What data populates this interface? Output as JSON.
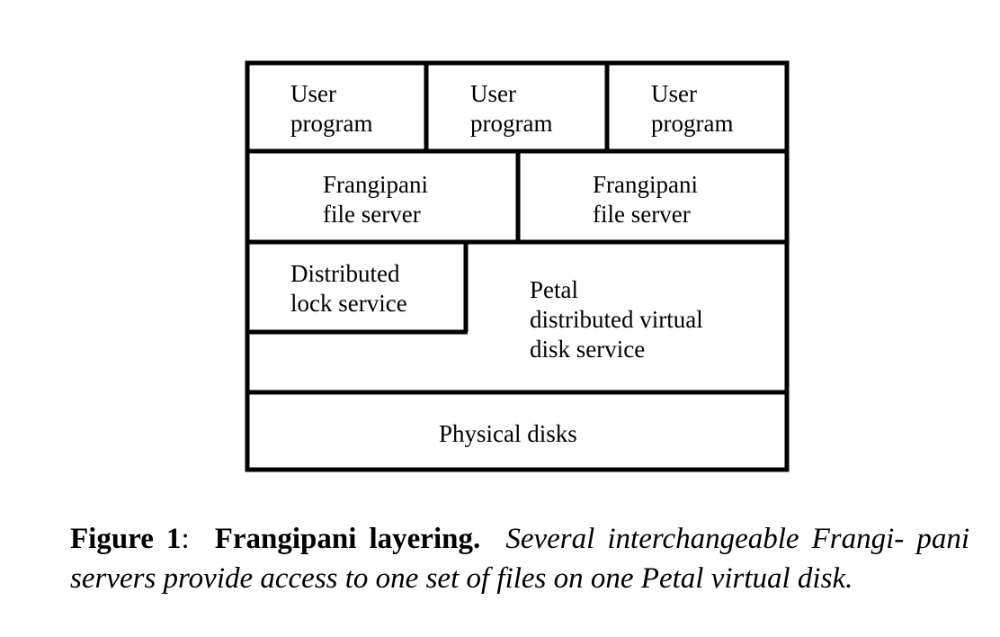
{
  "diagram": {
    "boxes": [
      {
        "id": "user-program-1",
        "label": "User\nprogram"
      },
      {
        "id": "user-program-2",
        "label": "User\nprogram"
      },
      {
        "id": "user-program-3",
        "label": "User\nprogram"
      },
      {
        "id": "frangipani-server-1",
        "label": "Frangipani\nfile server"
      },
      {
        "id": "frangipani-server-2",
        "label": "Frangipani\nfile server"
      },
      {
        "id": "distributed-lock-service",
        "label": "Distributed\nlock service"
      },
      {
        "id": "petal-service",
        "label": "Petal\ndistributed virtual\ndisk service"
      },
      {
        "id": "physical-disks",
        "label": "Physical disks"
      }
    ]
  },
  "caption": {
    "figure_number": "Figure 1",
    "separator": ":",
    "title": "Frangipani layering.",
    "text": "Several interchangeable Frangi- pani servers provide access to one set of files on one Petal virtual disk."
  }
}
